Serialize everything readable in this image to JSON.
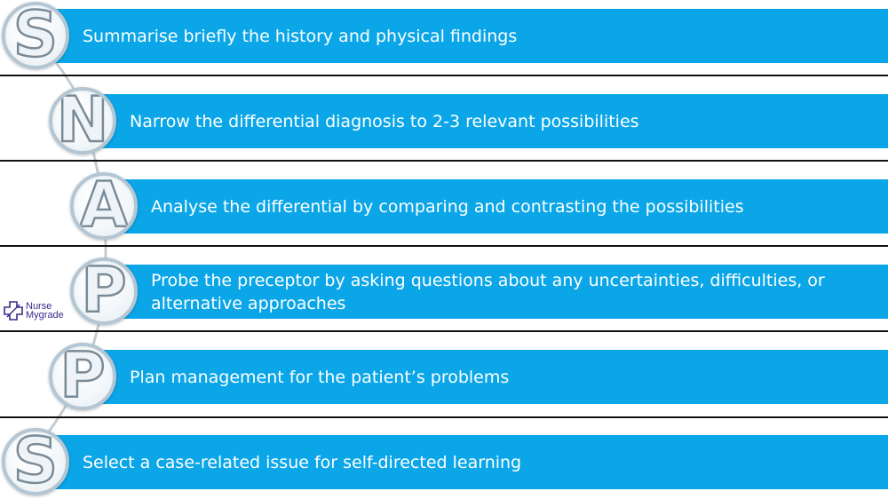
{
  "steps": [
    {
      "letter": "S",
      "text": "Summarise briefly the history and physical findings"
    },
    {
      "letter": "N",
      "text": "Narrow the differential diagnosis to 2-3 relevant possibilities"
    },
    {
      "letter": "A",
      "text": "Analyse the differential by comparing and contrasting the possibilities"
    },
    {
      "letter": "P",
      "text": "Probe the preceptor by asking questions about any uncertainties, difficulties, or alternative approaches"
    },
    {
      "letter": "P",
      "text": "Plan management for the patient’s problems"
    },
    {
      "letter": "S",
      "text": "Select a case-related issue for self-directed learning"
    }
  ],
  "watermark": {
    "line1": "Nurse",
    "line2": "Mygrade",
    "icon": "cross-logo-icon"
  },
  "colors": {
    "band": "#0aa6e8",
    "band_text": "#ffffff",
    "circle_border": "#b4c6d3",
    "divider": "#111111",
    "watermark": "#3a2a8c"
  }
}
